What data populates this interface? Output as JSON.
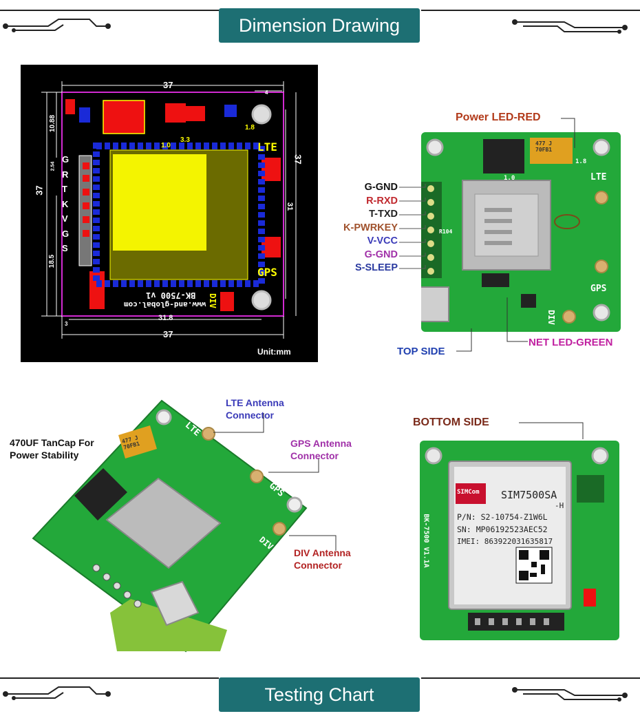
{
  "banners": {
    "top": "Dimension Drawing",
    "bottom": "Testing Chart"
  },
  "dimension_drawing": {
    "dims": {
      "width_top": "37",
      "width_bottom": "37",
      "height_left": "37",
      "height_right": "37",
      "inner_width": "31.8",
      "inner_height": "31",
      "hole": "4",
      "offset_top": "10.88",
      "offset_left": "18.5",
      "pitch": "2.54",
      "corner": "3",
      "val_1_0": "1.0",
      "val_1_8": "1.8",
      "val_3_3": "3.3"
    },
    "pin_letters": [
      "G",
      "R",
      "T",
      "K",
      "V",
      "G",
      "S"
    ],
    "silkscreen": {
      "lte": "LTE",
      "gps": "GPS",
      "div": "DIV",
      "board": "BK-7500 v1",
      "url": "www.and-global.com"
    },
    "unit": "Unit:mm"
  },
  "top_side": {
    "power_led": "Power LED-RED",
    "pins": [
      {
        "label": "G-GND",
        "color": "#111111"
      },
      {
        "label": "R-RXD",
        "color": "#c0282d"
      },
      {
        "label": "T-TXD",
        "color": "#222222"
      },
      {
        "label": "K-PWRKEY",
        "color": "#a0522d"
      },
      {
        "label": "V-VCC",
        "color": "#3a3ab8"
      },
      {
        "label": "G-GND",
        "color": "#a030a8"
      },
      {
        "label": "S-SLEEP",
        "color": "#2a3aa0"
      }
    ],
    "top_side": "TOP SIDE",
    "net_led": "NET LED-GREEN",
    "board_labels": {
      "lte": "LTE",
      "gps": "GPS",
      "div": "DIV",
      "cap": "477 J\n70FB1",
      "r104": "R104",
      "v18": "1.8",
      "v10": "1.0"
    }
  },
  "angled_view": {
    "lte": "LTE Antenna\nConnector",
    "gps": "GPS Antenna\nConnector",
    "div": "DIV Antenna\nConnector",
    "tancap": "470UF TanCap For\nPower Stability",
    "board_labels": {
      "lte": "LTE",
      "gps": "GPS",
      "div": "DIV",
      "cap": "477 J\n70FB1"
    }
  },
  "bottom_side": {
    "label": "BOTTOM SIDE",
    "module": {
      "brand": "SIMCom",
      "model": "SIM7500SA",
      "suffix": "-H",
      "pn": "P/N: S2-10754-Z1W6L",
      "sn": "SN: MP06192523AEC52",
      "imei": "IMEI: 863922031635817"
    },
    "board_text": {
      "url": "www.and-global.com",
      "ver": "BK-7500 V1.1A"
    }
  },
  "colors": {
    "banner": "#1d6f73",
    "pcb_green": "#23a83a",
    "lte_label": "#3a3ab8",
    "gps_label": "#a030a8",
    "div_label": "#b22222",
    "power_led_label": "#b23a1a",
    "net_led_label": "#c020a0",
    "top_side_label": "#2040b0",
    "bottom_side_label": "#7a2a1a"
  }
}
